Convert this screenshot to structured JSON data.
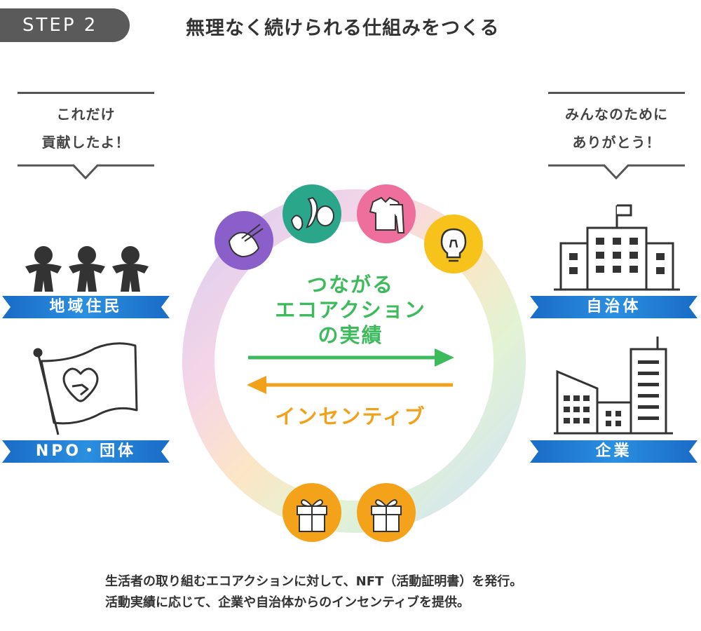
{
  "header": {
    "step_label": "STEP 2",
    "title": "無理なく続けられる仕組みをつくる"
  },
  "left": {
    "speech_lines": [
      "これだけ",
      "貢献したよ！"
    ],
    "residents_label": "地域住民",
    "npo_label": "NPO・団体"
  },
  "right": {
    "speech_lines": [
      "みんなのために",
      "ありがとう！"
    ],
    "municipality_label": "自治体",
    "company_label": "企業"
  },
  "center": {
    "top_text_lines": [
      "つながる",
      "エコアクション",
      "の実績"
    ],
    "bottom_text": "インセンティブ"
  },
  "caption": {
    "lines": [
      "生活者の取り組むエコアクションに対して、NFT（活動証明書）を発行。",
      "活動実績に応じて、企業や自治体からのインセンティブを提供。"
    ]
  },
  "colors": {
    "green": "#3dbb5c",
    "orange": "#f2a21a",
    "ribbon_blue": "#2b8fe0",
    "purple": "#8b5fc9",
    "teal": "#2aa68a",
    "pink": "#ee6f9b",
    "yellow": "#f7c21a"
  },
  "icons": [
    "three-people-icon",
    "heart-hands-flag-icon",
    "building-icon",
    "office-buildings-icon",
    "bag-chopsticks-icon",
    "food-waste-icon",
    "clothes-icon",
    "light-bulb-icon",
    "gift-box-icon"
  ]
}
